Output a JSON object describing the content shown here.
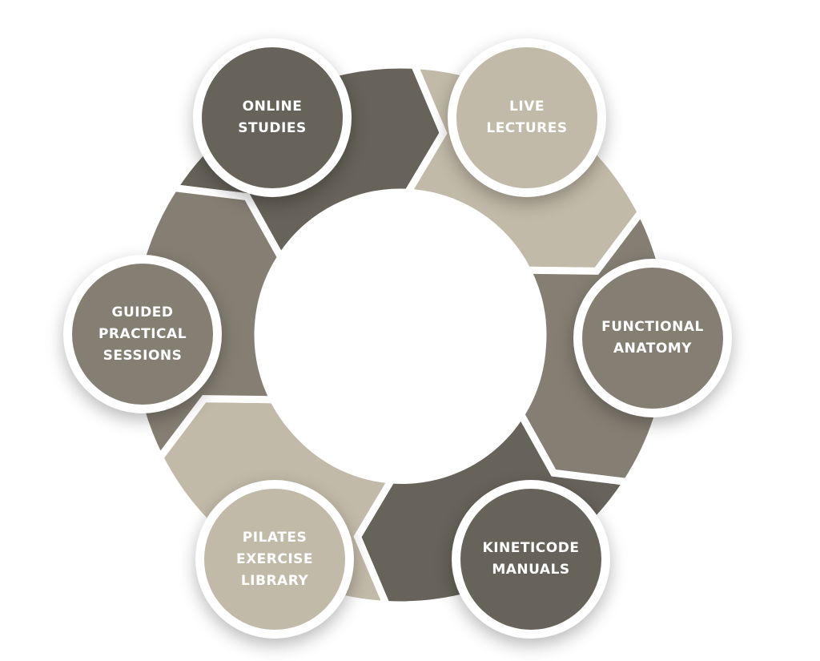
{
  "colors": {
    "dark": "#67635a",
    "light": "#c2baa8",
    "mid": "#857f73"
  },
  "nodes": [
    {
      "label": "ONLINE\nSTUDIES",
      "tone": "dark"
    },
    {
      "label": "LIVE\nLECTURES",
      "tone": "light"
    },
    {
      "label": "FUNCTIONAL\nANATOMY",
      "tone": "mid"
    },
    {
      "label": "KINETICODE\nMANUALS",
      "tone": "dark"
    },
    {
      "label": "PILATES\nEXERCISE\nLIBRARY",
      "tone": "light"
    },
    {
      "label": "GUIDED\nPRACTICAL\nSESSIONS",
      "tone": "mid"
    }
  ]
}
